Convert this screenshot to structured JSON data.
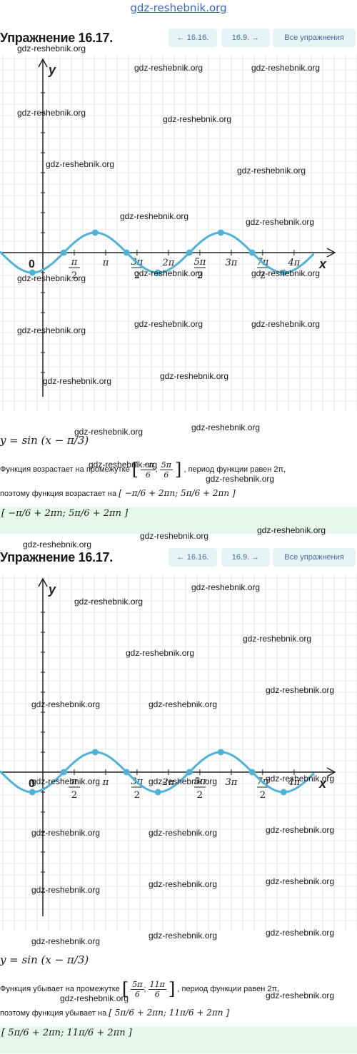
{
  "site": {
    "link_text": "gdz-reshebnik.org"
  },
  "watermark": "gdz-reshebnik.org",
  "nav": {
    "prev": "← 16.16.",
    "next": "16.9. →",
    "all": "Все упражнения"
  },
  "exercise_title": "Упражнение 16.17.",
  "graph": {
    "y_label": "y",
    "x_label": "x",
    "origin_label": "0",
    "curve_color": "#4fb3d9",
    "grid_color": "#e6e6e6",
    "function": "sin(x - pi/3)",
    "x_ticks_top": [
      "π",
      "2π",
      "3π",
      "4π"
    ],
    "x_ticks_frac": [
      {
        "num": "π",
        "den": "2"
      },
      {
        "num": "3π",
        "den": "2"
      },
      {
        "num": "5π",
        "den": "2"
      },
      {
        "num": "7π",
        "den": "2"
      }
    ]
  },
  "panels": [
    {
      "formula": "y = sin (x − π/3)",
      "line1_prefix": "Функция возрастает на промежутке",
      "line1_interval_a": {
        "num": "−π",
        "den": "6"
      },
      "line1_interval_b": {
        "num": "5π",
        "den": "6"
      },
      "line1_suffix": ", период функции равен 2π,",
      "line2_prefix": "поэтому функция возрастает на",
      "line2_interval": "[ −π/6 + 2πn; 5π/6 + 2πn ]",
      "answer": "[ −π/6 + 2πn; 5π/6 + 2πn ]"
    },
    {
      "formula": "y = sin (x − π/3)",
      "line1_prefix": "Функция убывает на промежутке",
      "line1_interval_a": {
        "num": "5π",
        "den": "6"
      },
      "line1_interval_b": {
        "num": "11π",
        "den": "6"
      },
      "line1_suffix": ", период функции равен 2π,",
      "line2_prefix": "поэтому функция убывает на",
      "line2_interval": "[ 5π/6 + 2πn; 11π/6 + 2πn ]",
      "answer": "[ 5π/6 + 2πn; 11π/6 + 2πn ]"
    }
  ]
}
